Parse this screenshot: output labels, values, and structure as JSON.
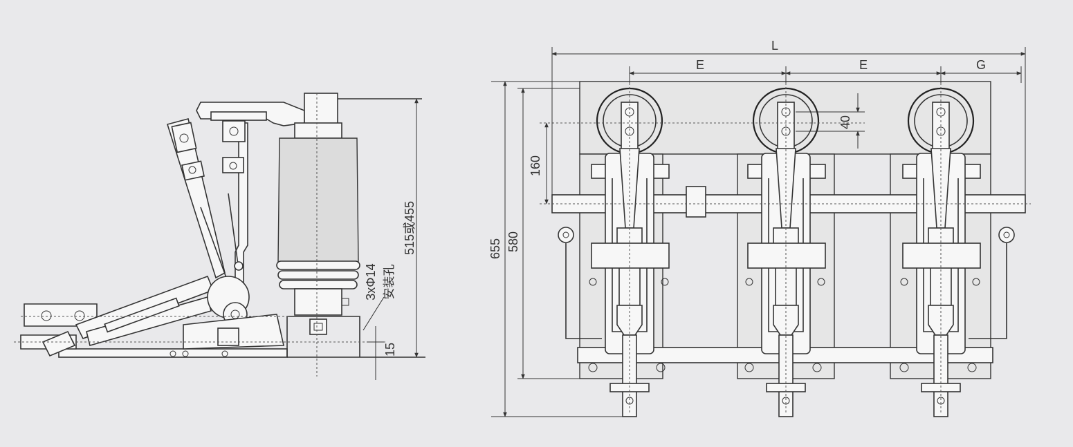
{
  "side_view": {
    "height_label": "515或455",
    "hole_label": "3xΦ14",
    "hole_caption": "安装孔",
    "offset_label": "15"
  },
  "front_view": {
    "width_label": "L",
    "pitch_label_1": "E",
    "pitch_label_2": "E",
    "end_label": "G",
    "contact_gap_label": "40",
    "shaft_height_label": "160",
    "inner_height_label": "580",
    "overall_height_label": "655"
  }
}
